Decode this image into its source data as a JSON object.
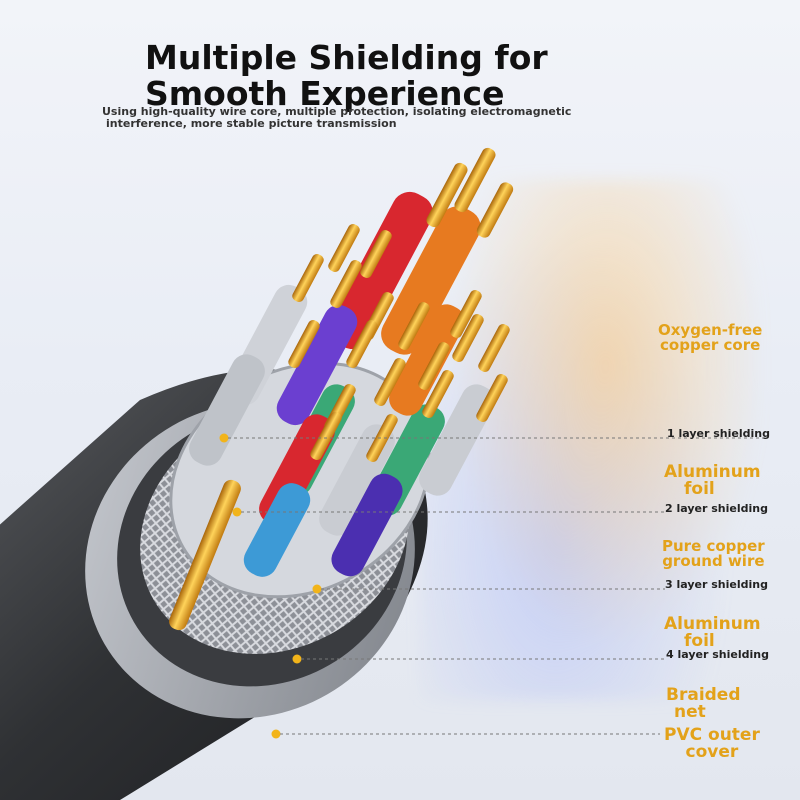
{
  "headline": {
    "line1": "Multiple Shielding for",
    "line2": "Smooth Experience"
  },
  "subtitle": {
    "line1": "Using high-quality wire core, multiple protection, isolating electromagnetic",
    "line2": "interference, more stable picture transmission"
  },
  "labels": {
    "oxygen_free": {
      "line1": "Oxygen-free",
      "line2": "copper core"
    },
    "aluminum_foil_1": {
      "line1": "Aluminum",
      "line2": "foil"
    },
    "pure_copper": {
      "line1": "Pure copper",
      "line2": "ground wire"
    },
    "aluminum_foil_2": {
      "line1": "Aluminum",
      "line2": "foil"
    },
    "braided_net": {
      "line1": "Braided",
      "line2": "net"
    },
    "pvc_cover": {
      "line1": "PVC outer",
      "line2": "cover"
    }
  },
  "layers": {
    "layer1": "1 layer shielding",
    "layer2": "2 layer shielding",
    "layer3": "3 layer shielding",
    "layer4": "4 layer shielding"
  },
  "colors": {
    "label_gold": "#e3a21a",
    "headline": "#111111",
    "background": "#e9edf5"
  }
}
